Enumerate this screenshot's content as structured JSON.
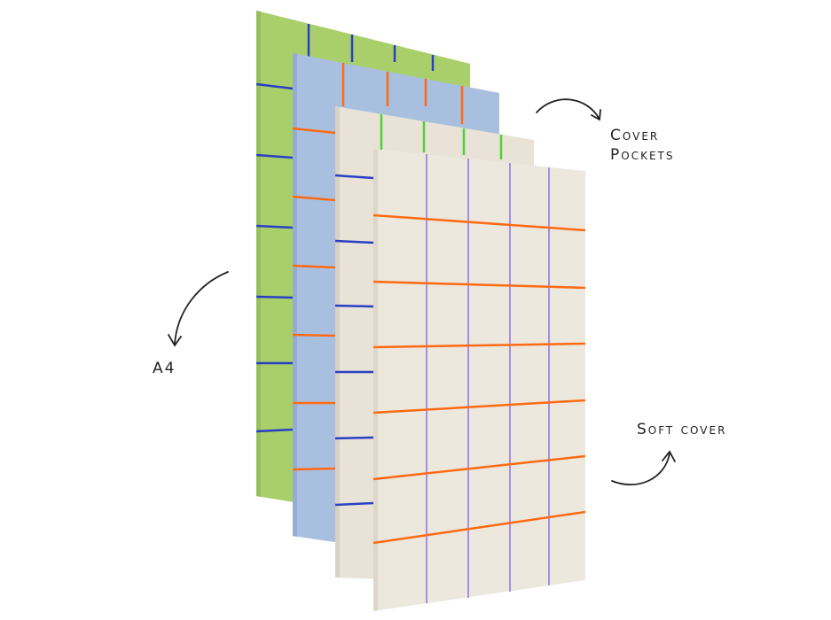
{
  "annotations": {
    "cover_pockets_line1": "Cover",
    "cover_pockets_line2": "Pockets",
    "size": "A4",
    "soft_cover": "Soft cover"
  },
  "colors": {
    "green_cover": "#a9cf6b",
    "blue_cover": "#a9bfe0",
    "beige_cover": "#e8e3d6",
    "front_cover": "#ece8dd",
    "orange_line": "#ff6a13",
    "blue_line": "#2a3fc4",
    "green_line": "#4fd13a",
    "purple_line": "#a98de0"
  }
}
